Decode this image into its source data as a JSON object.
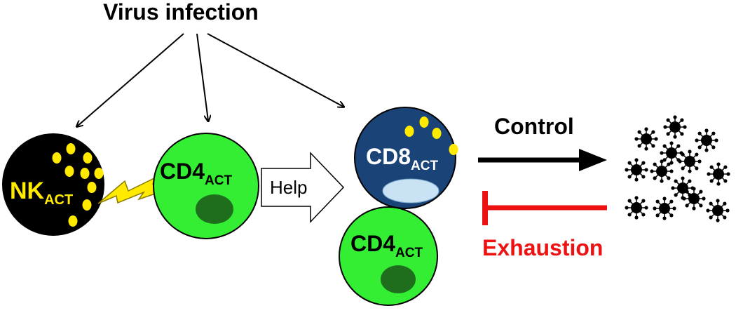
{
  "title": "Virus infection",
  "help_label": "Help",
  "control_label": "Control",
  "exhaustion_label": "Exhaustion",
  "cells": {
    "nk": {
      "main": "NK",
      "sub": "ACT",
      "color": "#000000",
      "text_color": "#ffea00",
      "granules": 9
    },
    "cd4_left": {
      "main": "CD4",
      "sub": "ACT",
      "color": "#33ee33",
      "text_color": "#000000"
    },
    "cd8": {
      "main": "CD8",
      "sub": "ACT",
      "color": "#1a4478",
      "text_color": "#ffffff",
      "granules": 4
    },
    "cd4_bottom": {
      "main": "CD4",
      "sub": "ACT",
      "color": "#33ee33",
      "text_color": "#000000"
    }
  },
  "colors": {
    "granule": "#ffea00",
    "nucleus_cd4": "#1e6e1e",
    "nucleus_cd8": "#c9e3f5",
    "control_arrow": "#000000",
    "exhaustion_arrow": "#ee1111",
    "bolt": "#ffea00"
  },
  "virus_particles": 13
}
